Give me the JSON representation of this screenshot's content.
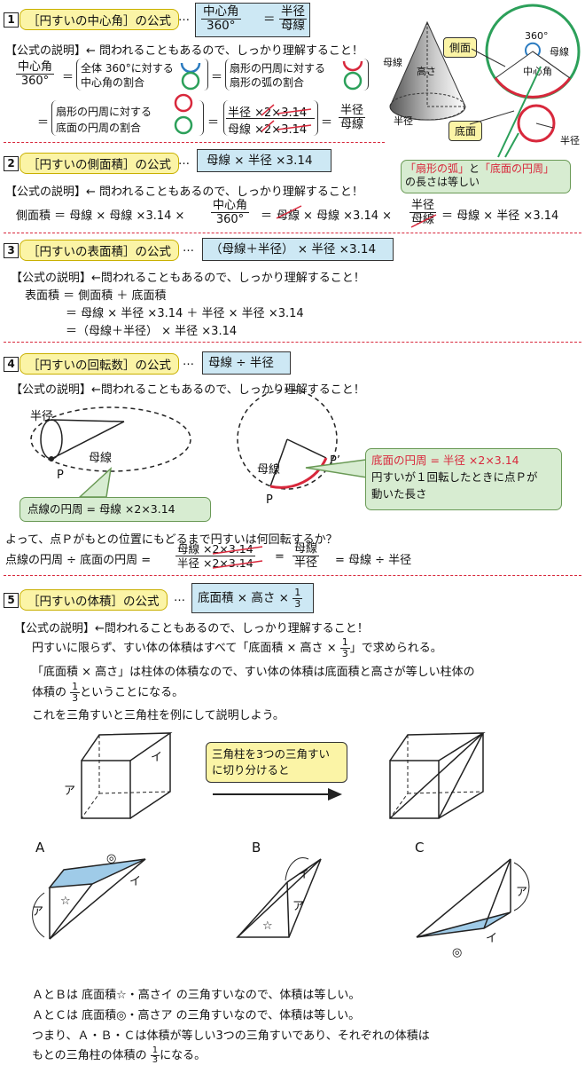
{
  "s1": {
    "num": "1",
    "title": "［円すいの中心角］の公式",
    "ellipsis": "…",
    "formula_num": "中心角",
    "formula_den": "360°",
    "formula_eq": "＝",
    "formula_r_num": "半径",
    "formula_r_den": "母線",
    "explain": "【公式の説明】← 問われることもあるので、しっかり理解すること！",
    "row1_lhs_num": "中心角",
    "row1_lhs_den": "360°",
    "eq": "＝",
    "row1_b1_top": "全体 360°に対する",
    "row1_b1_bot": "中心角の割合",
    "row1_b2_top": "扇形の円周に対する",
    "row1_b2_bot": "扇形の弧の割合",
    "row2_b1_top": "扇形の円周に対する",
    "row2_b1_bot": "底面の円周の割合",
    "row2_f_top": "半径 ×2×3.14",
    "row2_f_bot": "母線 ×2×3.14",
    "row2_r_num": "半径",
    "row2_r_den": "母線",
    "cone_label_bosen": "母線",
    "cone_label_takasa": "高さ",
    "cone_label_hankei": "半径",
    "side_label": "側面",
    "base_label": "底面",
    "angle_label": "360°",
    "mother_label": "母線",
    "center_label": "中心角",
    "radius_label": "半径",
    "note_a": "「扇形の弧」",
    "note_and": "と",
    "note_b": "「底面の円周」",
    "note_rest": "の長さは等しい"
  },
  "s2": {
    "num": "2",
    "title": "［円すいの側面積］の公式",
    "ellipsis": "…",
    "formula": "母線 × 半径 ×3.14",
    "explain": "【公式の説明】← 問われることもあるので、しっかり理解すること！",
    "line_a": "側面積 ＝ 母線 × 母線 ×3.14 ×",
    "f1_num": "中心角",
    "f1_den": "360°",
    "line_b": "＝",
    "line_b_1": "母線",
    "line_b_2": "× 母線 ×3.14 ×",
    "f2_num": "半径",
    "f2_den": "母線",
    "line_c": "＝ 母線 × 半径 ×3.14"
  },
  "s3": {
    "num": "3",
    "title": "［円すいの表面積］の公式",
    "ellipsis": "…",
    "formula": "（母線＋半径） × 半径 ×3.14",
    "explain": "【公式の説明】←問われることもあるので、しっかり理解すること！",
    "l1": "表面積 ＝ 側面積 ＋ 底面積",
    "l2": "＝ 母線 × 半径 ×3.14 ＋ 半径 × 半径 ×3.14",
    "l3": "＝（母線＋半径） × 半径 ×3.14"
  },
  "s4": {
    "num": "4",
    "title": "［円すいの回転数］の公式",
    "ellipsis": "…",
    "formula": "母線 ÷ 半径",
    "explain": "【公式の説明】←問われることもあるので、しっかり理解すること！",
    "lbl_hankei": "半径",
    "lbl_bosen": "母線",
    "lbl_p": "P",
    "lbl_p2": "P’",
    "lbl_bosen2": "母線",
    "lbl_p3": "P",
    "bubble1": "点線の円周 = 母線 ×2×3.14",
    "bubble2_l1": "底面の円周 = 半径 ×2×3.14",
    "bubble2_l2": "円すいが１回転したときに点Ｐが",
    "bubble2_l3": "動いた長さ",
    "q": "よって、点Ｐがもとの位置にもどるまで円すいは何回転するか？",
    "calc_l": "点線の円周 ÷ 底面の円周 =",
    "calc_f_top": "母線 ×2×3.14",
    "calc_f_bot": "半径 ×2×3.14",
    "calc_eq": "=",
    "calc_r_num": "母線",
    "calc_r_den": "半径",
    "calc_end": "= 母線 ÷ 半径"
  },
  "s5": {
    "num": "5",
    "title": "［円すいの体積］の公式",
    "ellipsis": "…",
    "formula": "底面積 × 高さ ×",
    "third_num": "1",
    "third_den": "3",
    "explain": "【公式の説明】←問われることもあるので、しっかり理解すること！",
    "p1a": "円すいに限らず、すい体の体積はすべて「底面積 × 高さ ×",
    "p1b": "」で求められる。",
    "p2": "「底面積 × 高さ」は柱体の体積なので、すい体の体積は底面積と高さが等しい柱体の",
    "p3a": "体積の",
    "p3b": "ということになる。",
    "p4": "これを三角すいと三角柱を例にして説明しよう。",
    "arrow_text_l1": "三角柱を3つの三角すい",
    "arrow_text_l2": "に切り分けると",
    "lbl_a": "ア",
    "lbl_i": "イ",
    "lbl_A": "A",
    "lbl_B": "B",
    "lbl_C": "C",
    "star": "☆",
    "circ": "◎",
    "c1": "ＡとＢは 底面積☆・高さイ の三角すいなので、体積は等しい。",
    "c2": "ＡとＣは 底面積◎・高さア の三角すいなので、体積は等しい。",
    "c3": "つまり、Ａ・Ｂ・Ｃは体積が等しい3つの三角すいであり、それぞれの体積は",
    "c4a": "もとの三角柱の体積の",
    "c4b": "になる。"
  }
}
